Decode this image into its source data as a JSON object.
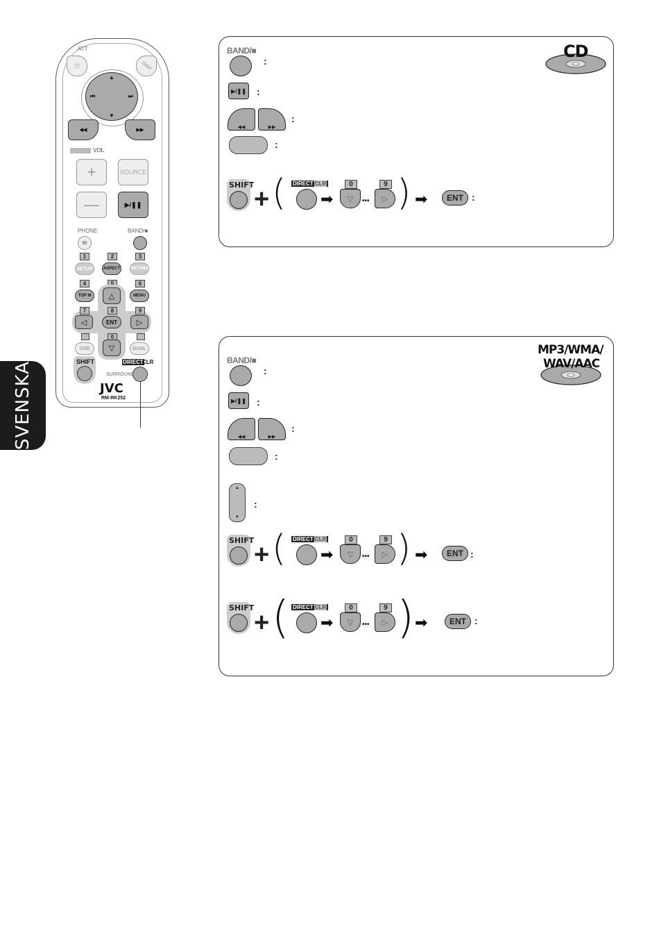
{
  "side_tab": {
    "label": "SVENSKA"
  },
  "remote": {
    "att": "ATT",
    "disp": "DISP",
    "vol": "VOL",
    "source": "SOURCE",
    "phone": "PHONE",
    "band": "BAND/■",
    "num1": "1",
    "num2": "2",
    "num3": "3",
    "setup": "SETUP",
    "aspect": "ASPECT",
    "return": "RETURN",
    "num4": "4",
    "num5": "5",
    "num6": "6",
    "topm": "TOP M",
    "menu": "MENU",
    "num7": "7",
    "num8": "8",
    "num9": "9",
    "ent": "ENT",
    "num0": "0",
    "osd": "OSD",
    "dual": "DUAL",
    "shift": "SHIFT",
    "surround": "SURROUND",
    "direct": "DIRECT",
    "clr": "CLR",
    "brand": "JVC",
    "model": "RM-RK252"
  },
  "panel_cd": {
    "disc_label": "CD",
    "band_label": "BAND/■",
    "shift_label": "SHIFT",
    "direct_label": "DIRECT",
    "clr_label": "CLR",
    "key0": "0",
    "key9": "9",
    "ent_label": "ENT",
    "colon": ":"
  },
  "panel_mp3": {
    "disc_label_1": "MP3/WMA/",
    "disc_label_2": "WAV/AAC",
    "band_label": "BAND/■",
    "shift_label": "SHIFT",
    "direct_label": "DIRECT",
    "clr_label": "CLR",
    "key0": "0",
    "key9": "9",
    "ent_label": "ENT",
    "colon": ":"
  },
  "icons": [
    "power-icon",
    "up-arrow-icon",
    "down-arrow-icon",
    "rewind-icon",
    "fast-forward-icon",
    "play-pause-icon",
    "stop-icon",
    "phone-icon",
    "right-arrow-icon",
    "plus-icon",
    "minus-icon",
    "disc-icon"
  ],
  "colors": {
    "button_gray": "#aaaaaa",
    "dark": "#1c1c1c",
    "label_gray": "#777777"
  }
}
